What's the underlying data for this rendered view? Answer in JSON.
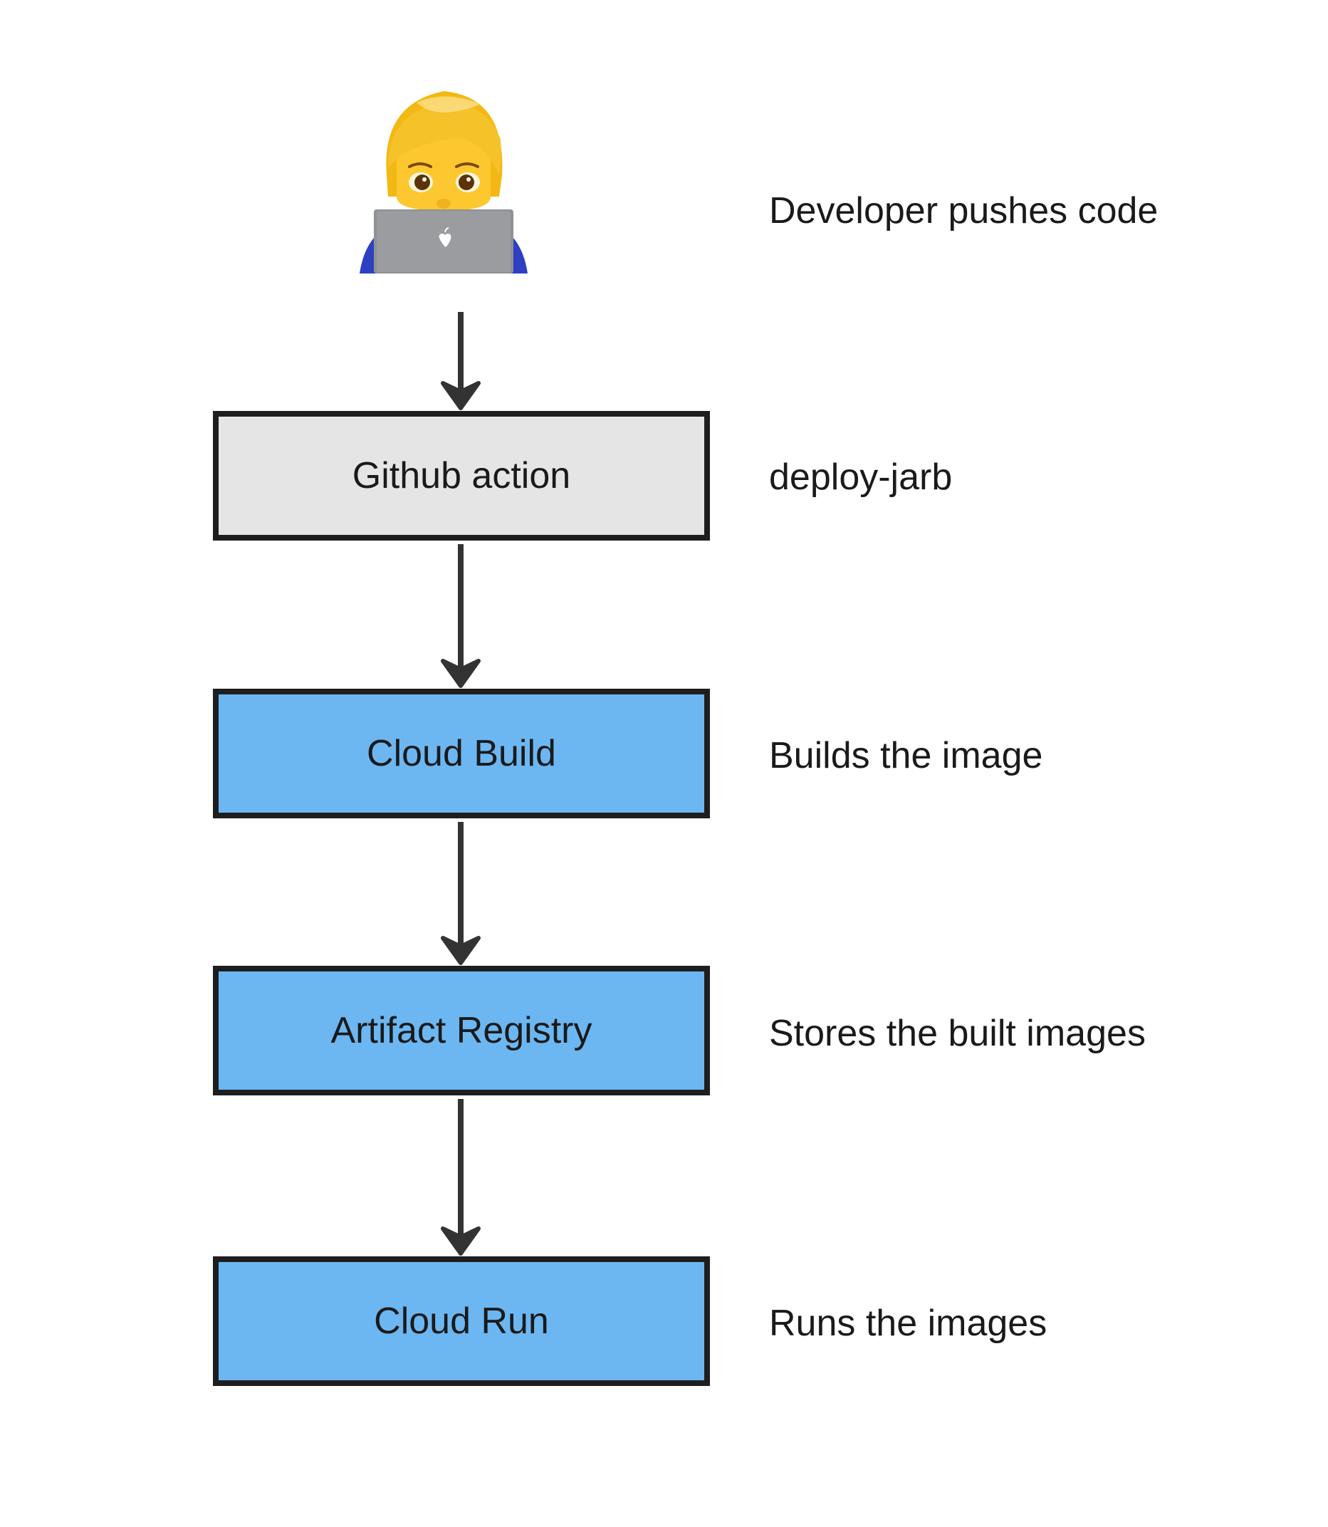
{
  "diagram": {
    "start": {
      "icon": "technologist-emoji-icon",
      "label": "Developer pushes code"
    },
    "nodes": [
      {
        "id": "github-action",
        "title": "Github action",
        "description": "deploy-jarb",
        "fill": "#e5e5e5"
      },
      {
        "id": "cloud-build",
        "title": "Cloud Build",
        "description": "Builds the image",
        "fill": "#6cb7f2"
      },
      {
        "id": "artifact-registry",
        "title": "Artifact Registry",
        "description": "Stores the built images",
        "fill": "#6cb7f2"
      },
      {
        "id": "cloud-run",
        "title": "Cloud Run",
        "description": "Runs the images",
        "fill": "#6cb7f2"
      }
    ],
    "edges": [
      {
        "from": "developer",
        "to": "github-action"
      },
      {
        "from": "github-action",
        "to": "cloud-build"
      },
      {
        "from": "cloud-build",
        "to": "artifact-registry"
      },
      {
        "from": "artifact-registry",
        "to": "cloud-run"
      }
    ],
    "colors": {
      "border": "#1e1e1e",
      "arrow": "#333333"
    }
  }
}
